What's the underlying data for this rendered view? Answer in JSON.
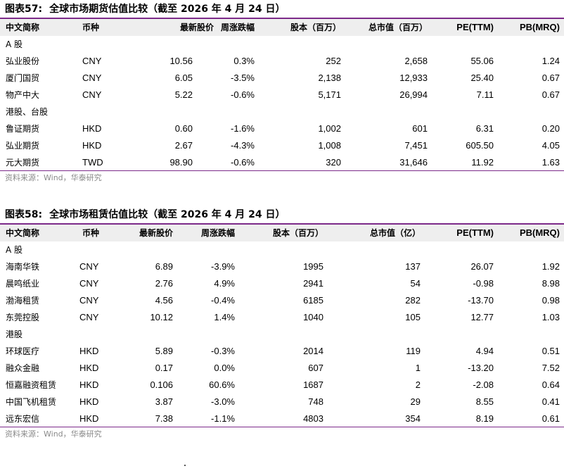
{
  "table57": {
    "fig_label": "图表57:",
    "title": "全球市场期货估值比较（截至 2026 年 4 月 24 日）",
    "headers": [
      "中文简称",
      "币种",
      "最新股价",
      "周涨跌幅",
      "股本（百万）",
      "总市值（百万）",
      "PE(TTM)",
      "PB(MRQ)"
    ],
    "groups": [
      {
        "label": "A 股",
        "rows": [
          [
            "弘业股份",
            "CNY",
            "10.56",
            "0.3%",
            "252",
            "2,658",
            "55.06",
            "1.24"
          ],
          [
            "厦门国贸",
            "CNY",
            "6.05",
            "-3.5%",
            "2,138",
            "12,933",
            "25.40",
            "0.67"
          ],
          [
            "物产中大",
            "CNY",
            "5.22",
            "-0.6%",
            "5,171",
            "26,994",
            "7.11",
            "0.67"
          ]
        ]
      },
      {
        "label": "港股、台股",
        "rows": [
          [
            "鲁证期货",
            "HKD",
            "0.60",
            "-1.6%",
            "1,002",
            "601",
            "6.31",
            "0.20"
          ],
          [
            "弘业期货",
            "HKD",
            "2.67",
            "-4.3%",
            "1,008",
            "7,451",
            "605.50",
            "4.05"
          ],
          [
            "元大期货",
            "TWD",
            "98.90",
            "-0.6%",
            "320",
            "31,646",
            "11.92",
            "1.63"
          ]
        ]
      }
    ],
    "source": "资料来源：Wind，华泰研究"
  },
  "table58": {
    "fig_label": "图表58:",
    "title": "全球市场租赁估值比较（截至 2026 年 4 月 24 日）",
    "headers": [
      "中文简称",
      "币种",
      "最新股价",
      "周涨跌幅",
      "股本（百万）",
      "总市值（亿）",
      "PE(TTM)",
      "PB(MRQ)"
    ],
    "groups": [
      {
        "label": "A 股",
        "rows": [
          [
            "海南华铁",
            "CNY",
            "6.89",
            "-3.9%",
            "1995",
            "137",
            "26.07",
            "1.92"
          ],
          [
            "晨鸣纸业",
            "CNY",
            "2.76",
            "4.9%",
            "2941",
            "54",
            "-0.98",
            "8.98"
          ],
          [
            "渤海租赁",
            "CNY",
            "4.56",
            "-0.4%",
            "6185",
            "282",
            "-13.70",
            "0.98"
          ],
          [
            "东莞控股",
            "CNY",
            "10.12",
            "1.4%",
            "1040",
            "105",
            "12.77",
            "1.03"
          ]
        ]
      },
      {
        "label": "港股",
        "rows": [
          [
            "环球医疗",
            "HKD",
            "5.89",
            "-0.3%",
            "2014",
            "119",
            "4.94",
            "0.51"
          ],
          [
            "融众金融",
            "HKD",
            "0.17",
            "0.0%",
            "607",
            "1",
            "-13.20",
            "7.52"
          ],
          [
            "恒嘉融资租赁",
            "HKD",
            "0.106",
            "60.6%",
            "1687",
            "2",
            "-2.08",
            "0.64"
          ],
          [
            "中国飞机租赁",
            "HKD",
            "3.87",
            "-3.0%",
            "748",
            "29",
            "8.55",
            "0.41"
          ],
          [
            "远东宏信",
            "HKD",
            "7.38",
            "-1.1%",
            "4803",
            "354",
            "8.19",
            "0.61"
          ]
        ]
      }
    ],
    "source": "资料来源：Wind，华泰研究"
  }
}
